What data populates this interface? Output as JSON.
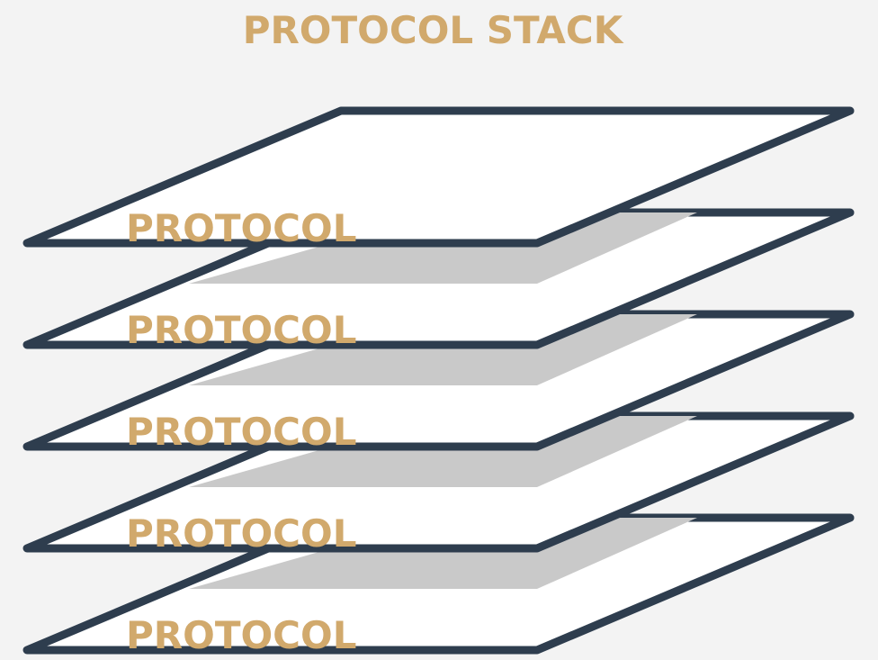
{
  "title": "PROTOCOL STACK",
  "layers": [
    {
      "label": "PROTOCOL"
    },
    {
      "label": "PROTOCOL"
    },
    {
      "label": "PROTOCOL"
    },
    {
      "label": "PROTOCOL"
    },
    {
      "label": "PROTOCOL"
    }
  ],
  "colors": {
    "background": "#f3f3f3",
    "accent_text": "#d1a96c",
    "outline": "#2e3d4e",
    "plane_fill": "#ffffff",
    "shadow": "#c9c9c9"
  }
}
